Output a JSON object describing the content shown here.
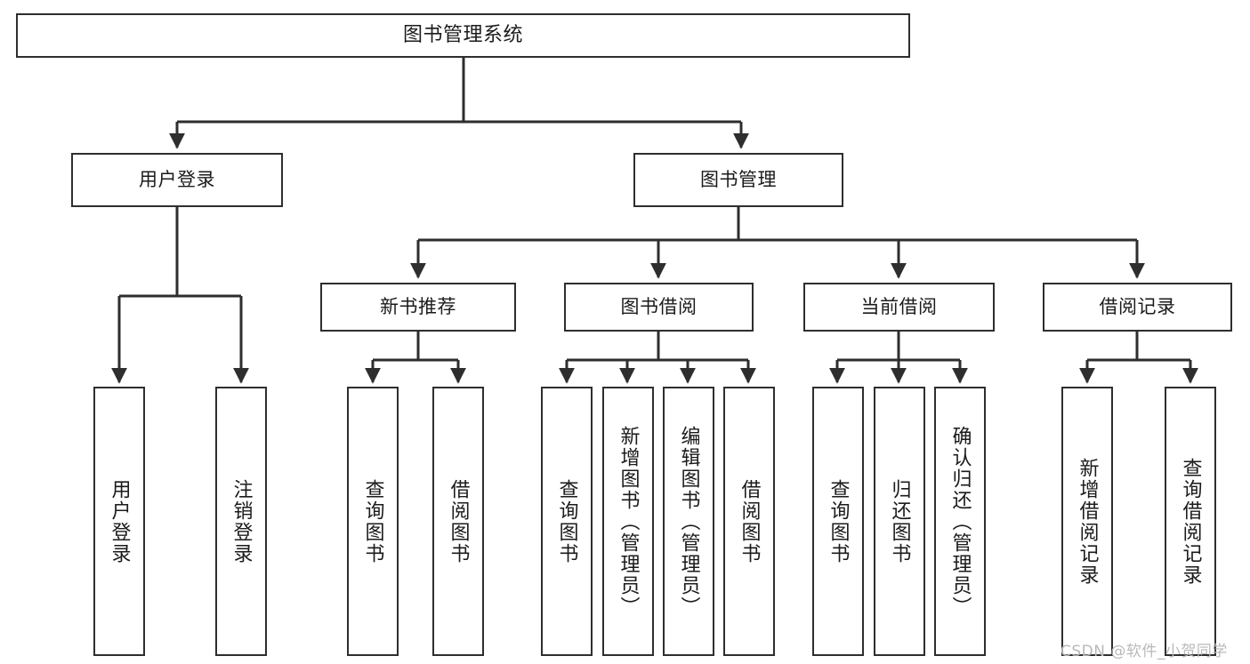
{
  "diagram": {
    "title": "图书管理系统",
    "watermark": "CSDN @软件_小贺同学",
    "colors": {
      "stroke": "#2e2e2e",
      "fill": "#ffffff",
      "text": "#1b1b1b",
      "watermark": "#b9b9b9"
    },
    "root": {
      "label": "图书管理系统"
    },
    "level1": [
      {
        "label": "用户登录"
      },
      {
        "label": "图书管理"
      }
    ],
    "level2": [
      {
        "label": "新书推荐"
      },
      {
        "label": "图书借阅"
      },
      {
        "label": "当前借阅"
      },
      {
        "label": "借阅记录"
      }
    ],
    "leaves": {
      "user_login": [
        {
          "label": "用户登录"
        },
        {
          "label": "注销登录"
        }
      ],
      "new_book_recommend": [
        {
          "label": "查询图书"
        },
        {
          "label": "借阅图书"
        }
      ],
      "book_borrow": [
        {
          "label": "查询图书"
        },
        {
          "label": "新增图书（管理员）"
        },
        {
          "label": "编辑图书（管理员）"
        },
        {
          "label": "借阅图书"
        }
      ],
      "current_borrow": [
        {
          "label": "查询图书"
        },
        {
          "label": "归还图书"
        },
        {
          "label": "确认归还（管理员）"
        }
      ],
      "borrow_record": [
        {
          "label": "新增借阅记录"
        },
        {
          "label": "查询借阅记录"
        }
      ]
    }
  }
}
